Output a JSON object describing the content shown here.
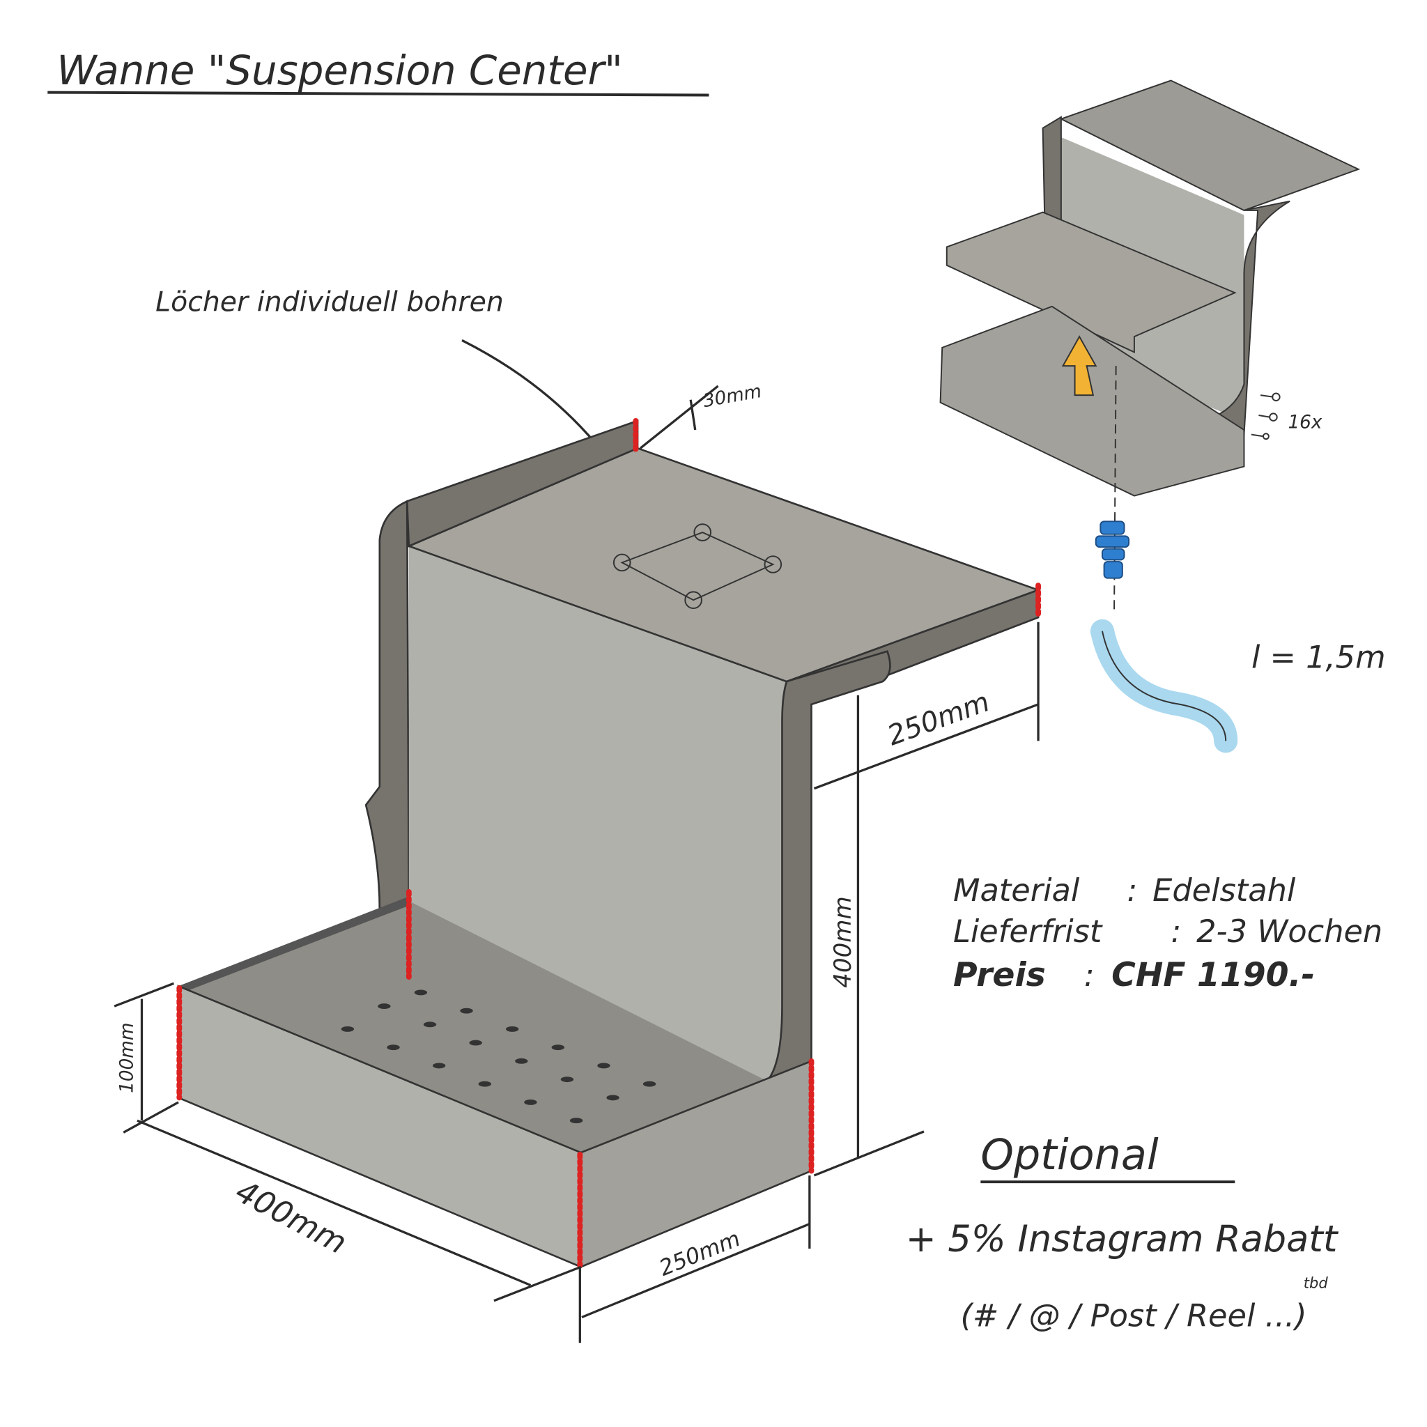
{
  "title": "Wanne \"Suspension Center\"",
  "annotation_holes": "Löcher individuell bohren",
  "dimensions": {
    "lip": "30mm",
    "shelf_depth": "250mm",
    "height": "400mm",
    "tub_height": "100mm",
    "width": "400mm",
    "tub_depth": "250mm"
  },
  "inset": {
    "screws": "16x"
  },
  "hose_length": "l = 1,5m",
  "specs": [
    {
      "label": "Material",
      "value": "Edelstahl"
    },
    {
      "label": "Lieferfrist",
      "value": "2-3 Wochen"
    },
    {
      "label": "Preis",
      "value": "CHF 1190.-"
    }
  ],
  "optional": {
    "heading": "Optional",
    "item": "+ 5% Instagram Rabatt",
    "detail": "(# / @ / Post / Reel ...)",
    "note": "tbd"
  },
  "colors": {
    "steel_light": "#b1b1ac",
    "steel_dark": "#77736d",
    "weld": "#d22222",
    "hose": "#a9d8ef",
    "fitting": "#2f7fd0",
    "arrow": "#f2b233"
  }
}
